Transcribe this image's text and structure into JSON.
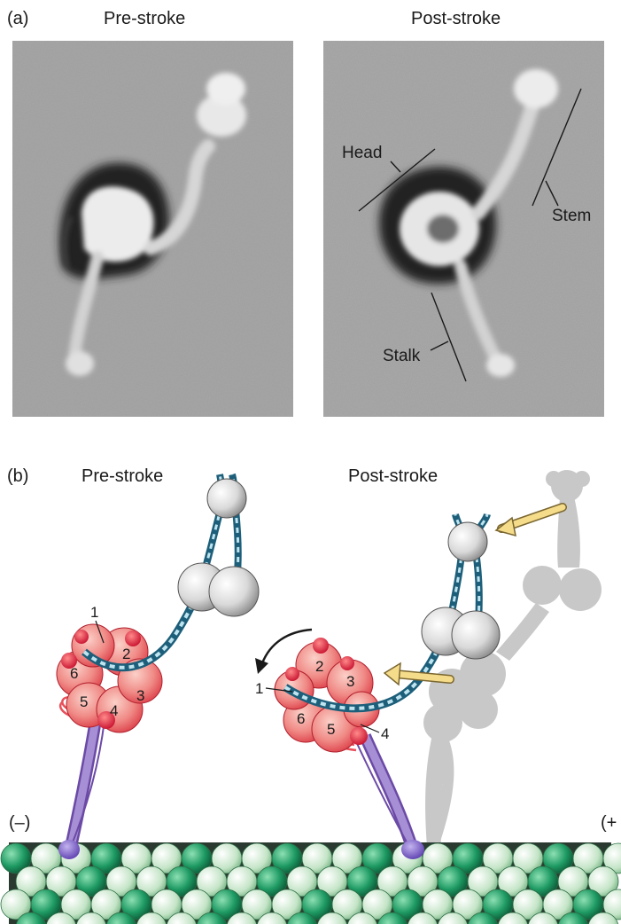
{
  "panel_a": {
    "label": "(a)",
    "left_title": "Pre-stroke",
    "right_title": "Post-stroke",
    "annotations": {
      "head": "Head",
      "stem": "Stem",
      "stalk": "Stalk"
    }
  },
  "panel_b": {
    "label": "(b)",
    "left_title": "Pre-stroke",
    "right_title": "Post-stroke",
    "minus_end": "(–)",
    "plus_end": "(+",
    "domain_numbers": [
      "1",
      "2",
      "3",
      "4",
      "5",
      "6"
    ]
  },
  "colors": {
    "microtubule_dark": "#1e9a63",
    "microtubule_light": "#cde9cf",
    "aaa_domain": "#e8505a",
    "aaa_domain_light": "#f6a6a0",
    "stem_coil": "#2f8fb0",
    "stalk": "#9b7bc4",
    "shadow": "#c8c8c8",
    "arrow_yellow": "#f5dc8a"
  }
}
